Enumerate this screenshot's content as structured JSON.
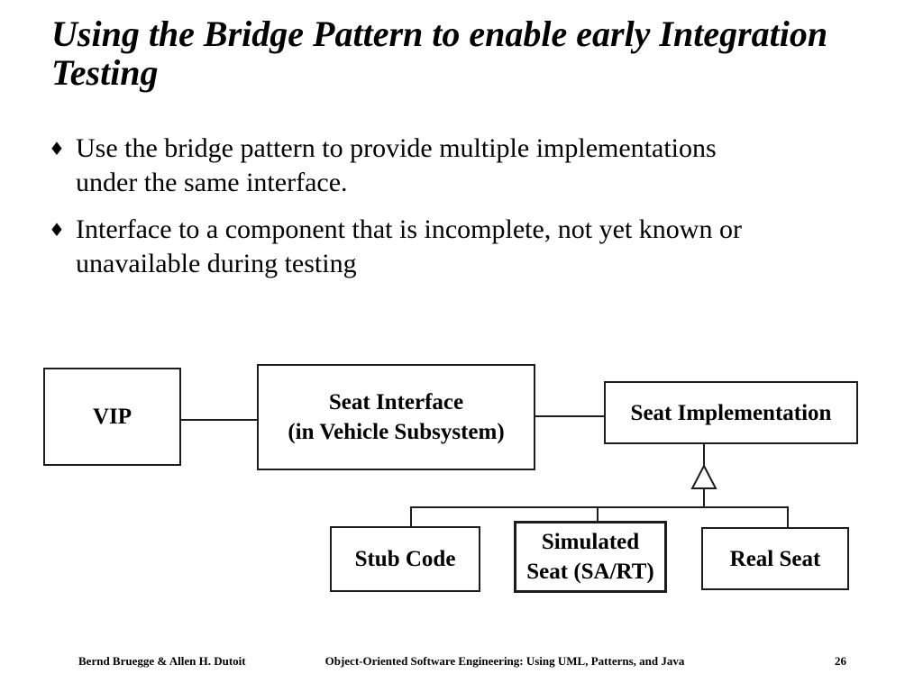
{
  "slide": {
    "background_color": "#ffffff",
    "text_color": "#000000",
    "line_color": "#1c1c1c",
    "title": {
      "lines": [
        "Using the Bridge Pattern to enable early Integration",
        "Testing"
      ]
    },
    "bullets": [
      {
        "marker": "♦",
        "text": "Use the bridge pattern to provide multiple implementations under the same interface."
      },
      {
        "marker": "♦",
        "text": "Interface to a component that is incomplete, not yet known or unavailable during testing"
      }
    ],
    "diagram": {
      "nodes": {
        "vip": {
          "lines": [
            "VIP"
          ]
        },
        "seat_interface": {
          "lines": [
            "Seat Interface",
            "(in Vehicle Subsystem)"
          ]
        },
        "seat_implementation": {
          "lines": [
            "Seat Implementation"
          ]
        },
        "stub_code": {
          "lines": [
            "Stub Code"
          ]
        },
        "simulated_seat": {
          "lines": [
            "Simulated",
            "Seat (SA/RT)"
          ]
        },
        "real_seat": {
          "lines": [
            "Real Seat"
          ]
        }
      },
      "icons": {
        "inheritance": "hollow-triangle-up"
      }
    },
    "footer": {
      "authors": "Bernd Bruegge & Allen H. Dutoit",
      "book_title": "Object-Oriented Software Engineering: Using UML, Patterns, and Java",
      "page_number": "26"
    }
  }
}
